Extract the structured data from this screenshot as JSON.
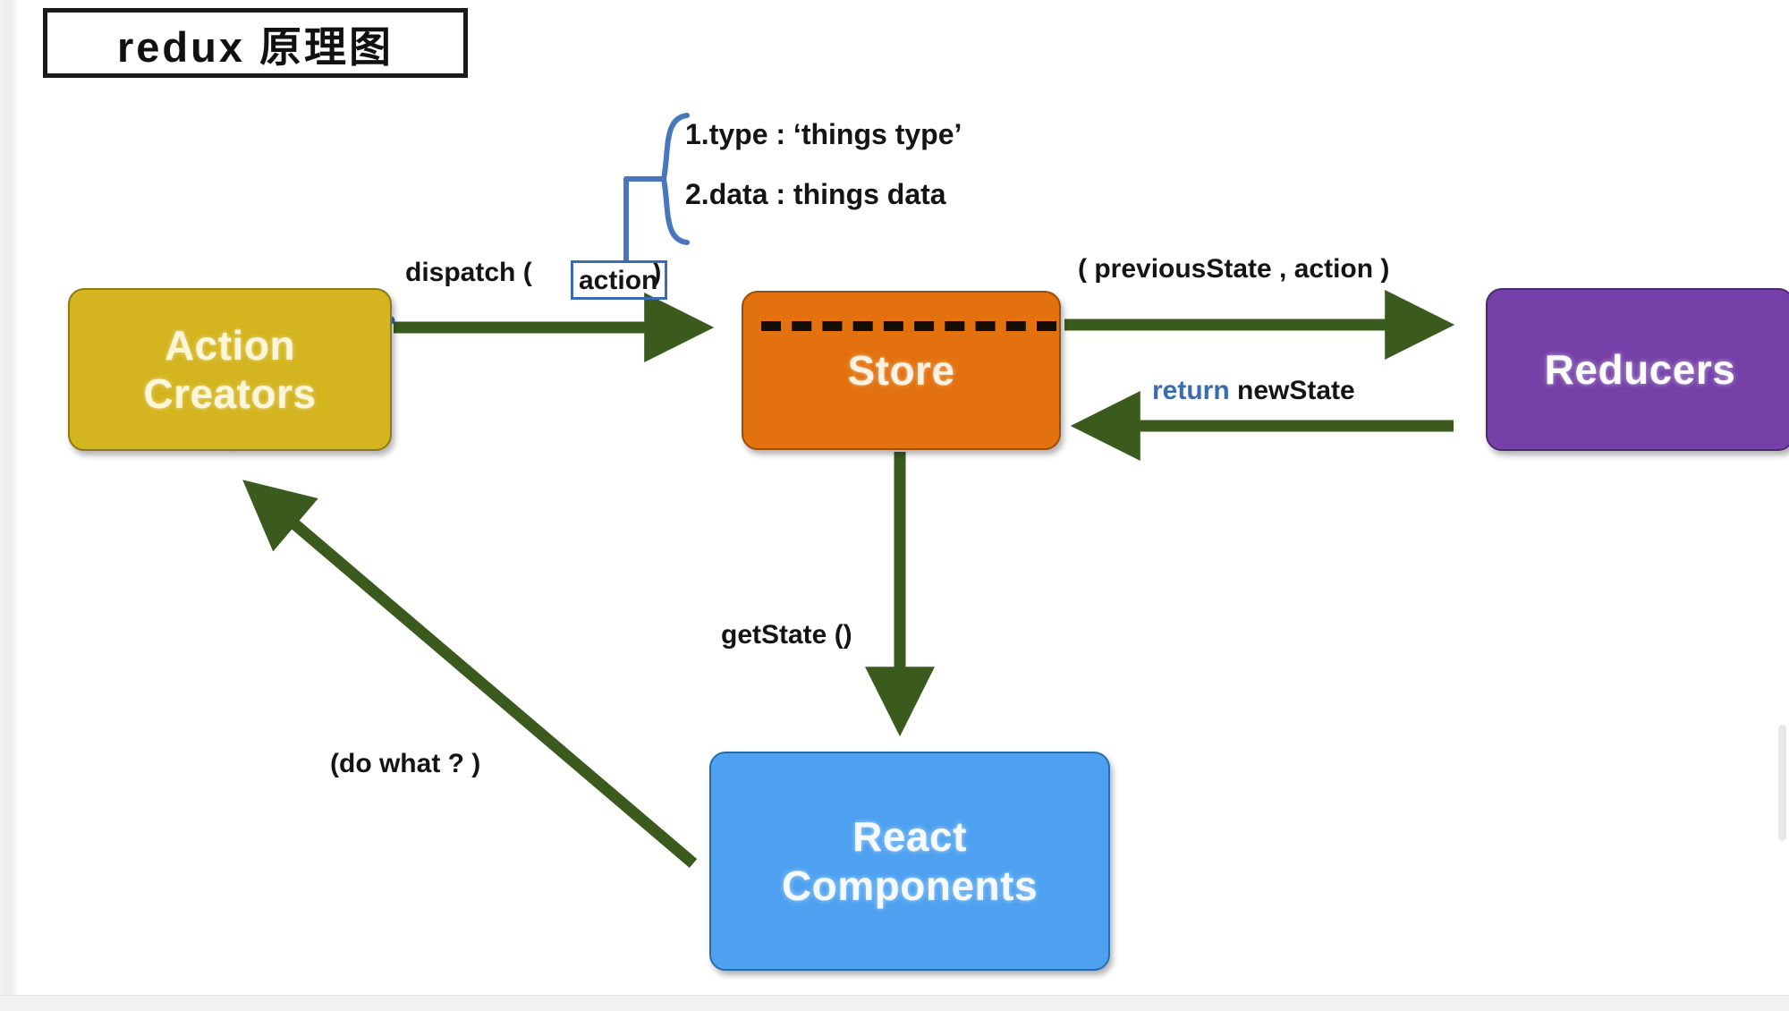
{
  "title": {
    "text": "redux 原理图"
  },
  "colors": {
    "action_creators": "#d4b41f",
    "store": "#e2710e",
    "reducers": "#7540a8",
    "react_components": "#4da1f0",
    "arrow_green": "#3a5a1e",
    "accent_blue": "#3a6bb5",
    "page_background": "#ffffff"
  },
  "nodes": {
    "action_creators": {
      "line1": "Action",
      "line2": "Creators"
    },
    "store": {
      "line1": "Store"
    },
    "reducers": {
      "line1": "Reducers"
    },
    "react_components": {
      "line1": "React",
      "line2": "Components"
    }
  },
  "annotations": {
    "action_shape": {
      "item1": "1.type : ‘things type’",
      "item2": "2.data :  things data"
    },
    "dispatch_prefix": "dispatch (",
    "dispatch_chip": "action",
    "dispatch_suffix": ")",
    "previous_state": "( previousState , action )",
    "return_keyword": "return",
    "return_value": " newState",
    "get_state": "getState ()",
    "do_what": "(do what ? )"
  },
  "edges": [
    {
      "name": "action-creators-to-store",
      "label": "dispatch ( action )",
      "style": "solid-arrow",
      "color": "#3a5a1e"
    },
    {
      "name": "store-to-reducers",
      "label": "( previousState , action )",
      "style": "solid-arrow",
      "color": "#3a5a1e"
    },
    {
      "name": "reducers-to-store",
      "label": "return newState",
      "style": "solid-arrow",
      "color": "#3a5a1e"
    },
    {
      "name": "store-to-react-components",
      "label": "getState ()",
      "style": "solid-arrow",
      "color": "#3a5a1e"
    },
    {
      "name": "react-components-to-action-creators",
      "label": "(do what ? )",
      "style": "solid-arrow",
      "color": "#3a5a1e"
    },
    {
      "name": "action-shape-brace",
      "label": "",
      "style": "blue-brace",
      "color": "#3a6bb5"
    },
    {
      "name": "action-creators-dotted-curve",
      "label": "",
      "style": "blue-dotted",
      "color": "#3a6bb5"
    }
  ]
}
